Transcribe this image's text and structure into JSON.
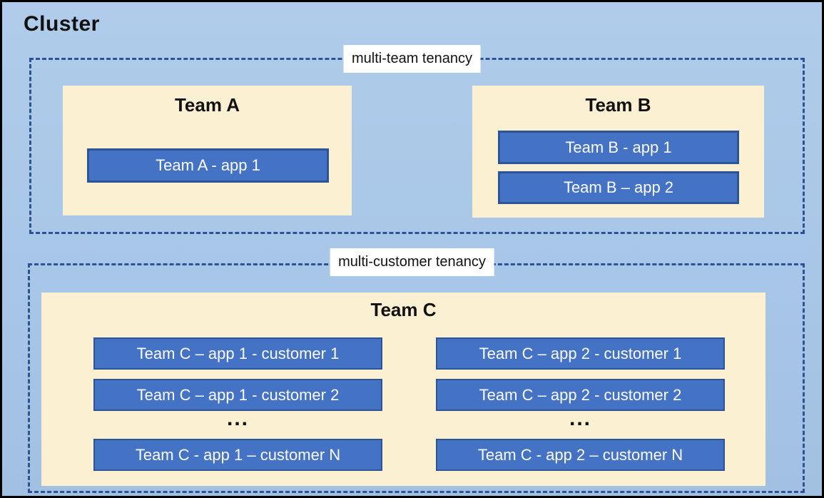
{
  "cluster": {
    "title": "Cluster"
  },
  "multi_team": {
    "label": "multi-team tenancy",
    "team_a": {
      "title": "Team A",
      "app1": "Team A - app 1"
    },
    "team_b": {
      "title": "Team B",
      "app1": "Team B - app 1",
      "app2": "Team B – app 2"
    }
  },
  "multi_customer": {
    "label": "multi-customer tenancy",
    "team_c": {
      "title": "Team C",
      "col1": {
        "customer1": "Team C – app 1 - customer 1",
        "customer2": "Team C – app 1 - customer 2",
        "ellipsis": "...",
        "customerN": "Team C - app 1 – customer N"
      },
      "col2": {
        "customer1": "Team C – app 2 - customer 1",
        "customer2": "Team C – app 2 - customer 2",
        "ellipsis": "...",
        "customerN": "Team C - app 2 – customer N"
      }
    }
  },
  "colors": {
    "canvas_background": "#A8C6E7",
    "panel_background": "#FCF0D2",
    "app_fill": "#4472C4",
    "app_border": "#2F5496",
    "dashed_zone_border": "#2E5395",
    "zone_label_background": "#FFFFFF",
    "outer_border": "#000000",
    "title_text": "#111111",
    "app_text": "#FFFFFF"
  }
}
